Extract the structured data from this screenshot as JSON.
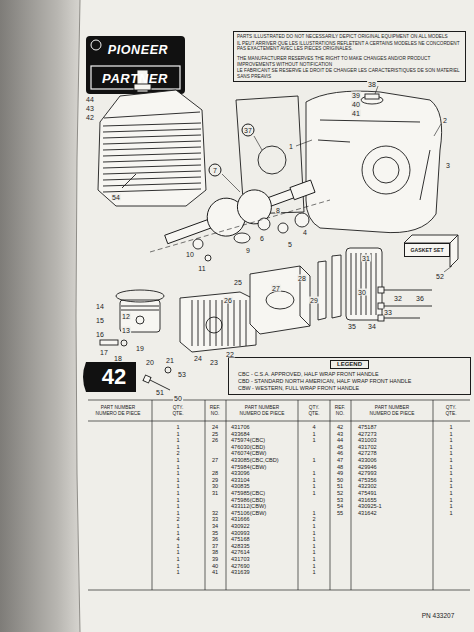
{
  "diagram": {
    "nodes": [
      {
        "text": [
          "PARTS ILLUSTRATED DO NOT NECESSARILY DEPICT ORIGINAL EQUIPMENT ON ALL MODELS",
          "IL PEUT ARRIVER QUE LES ILLUSTRATIONS REFLETENT A CERTAINS MODELES NE CONCORDENT PAS EXACTEMENT AVEC LES PIECES ORIGINALES.",
          "THE MANUFACTURER RESERVES THE RIGHT TO MAKE CHANGES AND/OR PRODUCT IMPROVEMENTS WITHOUT NOTIFICATION",
          "LE FABRICANT SE RESERVE LE DROIT DE CHANGER LES CARACTERISTIQUES DE SON MATERIEL SANS PREAVIS"
        ]
      },
      {
        "text": [
          "LEGEND"
        ]
      },
      {
        "text": [
          "GASKET SET"
        ]
      }
    ],
    "labels": [
      "PIONEER",
      "PARTNER",
      "42",
      "PN 433207",
      "44",
      "43",
      "42",
      "54",
      "7",
      "37",
      "1",
      "38",
      "39",
      "40",
      "41",
      "2",
      "3",
      "4",
      "5",
      "6",
      "8",
      "9",
      "10",
      "11",
      "12",
      "13",
      "14",
      "15",
      "16",
      "17",
      "18",
      "19",
      "20",
      "21",
      "53",
      "51",
      "50",
      "22",
      "23",
      "24",
      "25",
      "26",
      "27",
      "28",
      "29",
      "30",
      "31",
      "32",
      "33",
      "34",
      "35",
      "36",
      "52",
      "PART NUMBER NUMERO DE PIECE",
      "QTY. QTE.",
      "REF. NO.",
      "PART NUMBER NUMERO DE PIECE",
      "QTY. QTE.",
      "REF. NO.",
      "PART NUMBER NUMERO DE PIECE",
      "QTY. QTE.",
      "1",
      "1",
      "1",
      "1",
      "2",
      "1",
      "1",
      "1",
      "1",
      "1",
      "1",
      "1",
      "1",
      "1",
      "2",
      "1",
      "1",
      "4",
      "1",
      "1",
      "1",
      "1",
      "1",
      "24",
      "431706",
      "4",
      "25",
      "433684",
      "1",
      "26",
      "475974(CBC)",
      "1",
      "476030(CBD)",
      "476074(CBW)",
      "27",
      "433085(CBC,CBD)",
      "1",
      "475984(CBW)",
      "28",
      "433096",
      "1",
      "29",
      "433104",
      "1",
      "30",
      "430835",
      "1",
      "31",
      "475985(CBC)",
      "1",
      "475986(CBD)",
      "433112(CBW)",
      "32",
      "475106(CBW)",
      "1",
      "33",
      "431666",
      "2",
      "34",
      "430922",
      "1",
      "35",
      "430993",
      "1",
      "36",
      "475168",
      "1",
      "37",
      "428335",
      "1",
      "38",
      "427614",
      "1",
      "39",
      "431703",
      "1",
      "40",
      "427690",
      "1",
      "41",
      "431639",
      "1",
      "42",
      "475187",
      "1",
      "43",
      "427273",
      "1",
      "44",
      "431003",
      "1",
      "45",
      "431702",
      "1",
      "46",
      "427278",
      "1",
      "47",
      "433006",
      "1",
      "48",
      "429946",
      "1",
      "49",
      "427993",
      "1",
      "50",
      "475356",
      "1",
      "51",
      "432302",
      "1",
      "52",
      "475491",
      "1",
      "53",
      "431655",
      "1",
      "54",
      "430925-1",
      "1",
      "55",
      "431642",
      "1"
    ],
    "legend": [
      {
        "text": "CBC - C.S.A. APPROVED, HALF WRAP FRONT HANDLE"
      },
      {
        "text": "CBD - STANDARD NORTH AMERICAN, HALF WRAP FRONT HANDLE"
      },
      {
        "text": "CBW - WESTERN, FULL WRAP FRONT HANDLE"
      }
    ]
  }
}
